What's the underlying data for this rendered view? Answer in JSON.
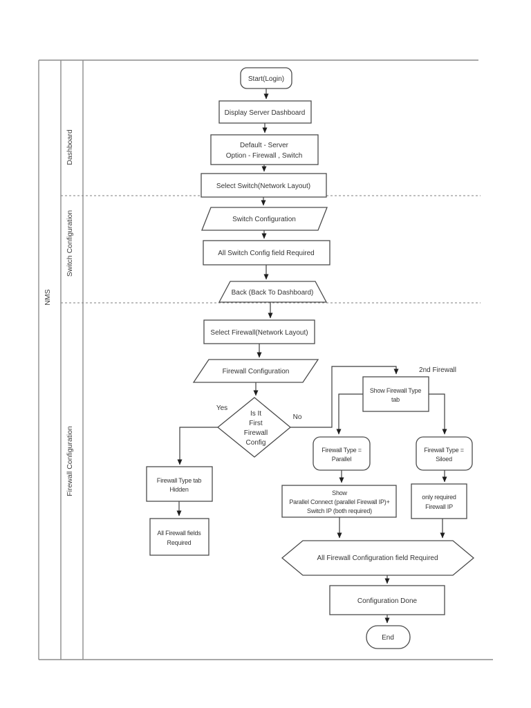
{
  "lanes": {
    "outer": "NMS",
    "dashboard": "Dashboard",
    "switch": "Switch Configuration",
    "firewall": "Firewall Configuration"
  },
  "edge_labels": {
    "yes": "Yes",
    "no": "No",
    "second_firewall": "2nd Firewall"
  },
  "nodes": {
    "start": {
      "label": "Start(Login)"
    },
    "display_dashboard": {
      "label": "Display Server Dashboard"
    },
    "default_option": {
      "l1": "Default - Server",
      "l2": "Option - Firewall , Switch"
    },
    "select_switch": {
      "label": "Select Switch(Network Layout)"
    },
    "switch_config": {
      "label": "Switch Configuration"
    },
    "switch_fields": {
      "label": "All Switch Config field Required"
    },
    "back": {
      "label": "Back (Back To Dashboard)"
    },
    "select_firewall": {
      "label": "Select Firewall(Network Layout)"
    },
    "firewall_config": {
      "label": "Firewall Configuration"
    },
    "decision": {
      "l1": "Is It",
      "l2": "First",
      "l3": "Firewall",
      "l4": "Config"
    },
    "show_fw_tab": {
      "l1": "Show Firewall Type",
      "l2": "tab"
    },
    "fw_parallel": {
      "l1": "Firewall Type =",
      "l2": "Parallel"
    },
    "fw_siloed": {
      "l1": "Firewall Type =",
      "l2": "Siloed"
    },
    "fw_tab_hidden": {
      "l1": "Firewall Type tab",
      "l2": "Hidden"
    },
    "all_fw_fields": {
      "l1": "All Firewall fields",
      "l2": "Required"
    },
    "show_parallel": {
      "l1": "Show",
      "l2": "Parallel Connect (parallel Firewall IP)+",
      "l3": "Switch IP (both required)"
    },
    "only_required": {
      "l1": "only required",
      "l2": "Firewall IP"
    },
    "all_fw_config": {
      "label": "All Firewall Configuration field Required"
    },
    "config_done": {
      "label": "Configuration Done"
    },
    "end": {
      "label": "End"
    }
  },
  "colors": {
    "connector": "#3c3c3c",
    "shape_stroke": "#4a4a4a",
    "lane_stroke": "#8c8c8c",
    "text": "#333333",
    "background": "#ffffff"
  }
}
